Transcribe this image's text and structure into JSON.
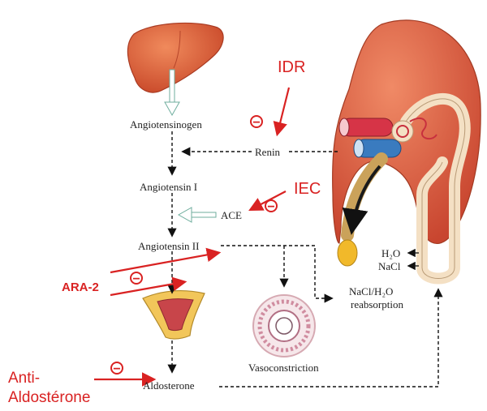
{
  "nodes": {
    "angiotensinogen": "Angiotensinogen",
    "renin": "Renin",
    "angiotensin1": "Angiotensin I",
    "ace": "ACE",
    "angiotensin2": "Angiotensin II",
    "aldosterone": "Aldosterone",
    "vasoconstriction": "Vasoconstriction",
    "reabsorption_line1": "NaCl/H₂O",
    "reabsorption_line2": "reabsorption",
    "h2o": "H₂O",
    "nacl": "NaCl"
  },
  "drugs": {
    "idr": "IDR",
    "iec": "IEC",
    "ara2": "ARA-2",
    "anti_line1": "Anti-",
    "anti_line2": "Aldostérone"
  },
  "inhibition_symbol": "−",
  "colors": {
    "inhibitor_red": "#d92222",
    "organ_orange": "#e2603a",
    "adrenal_yellow": "#f2c65a",
    "arrow_hollow": "#9fd0c4"
  }
}
